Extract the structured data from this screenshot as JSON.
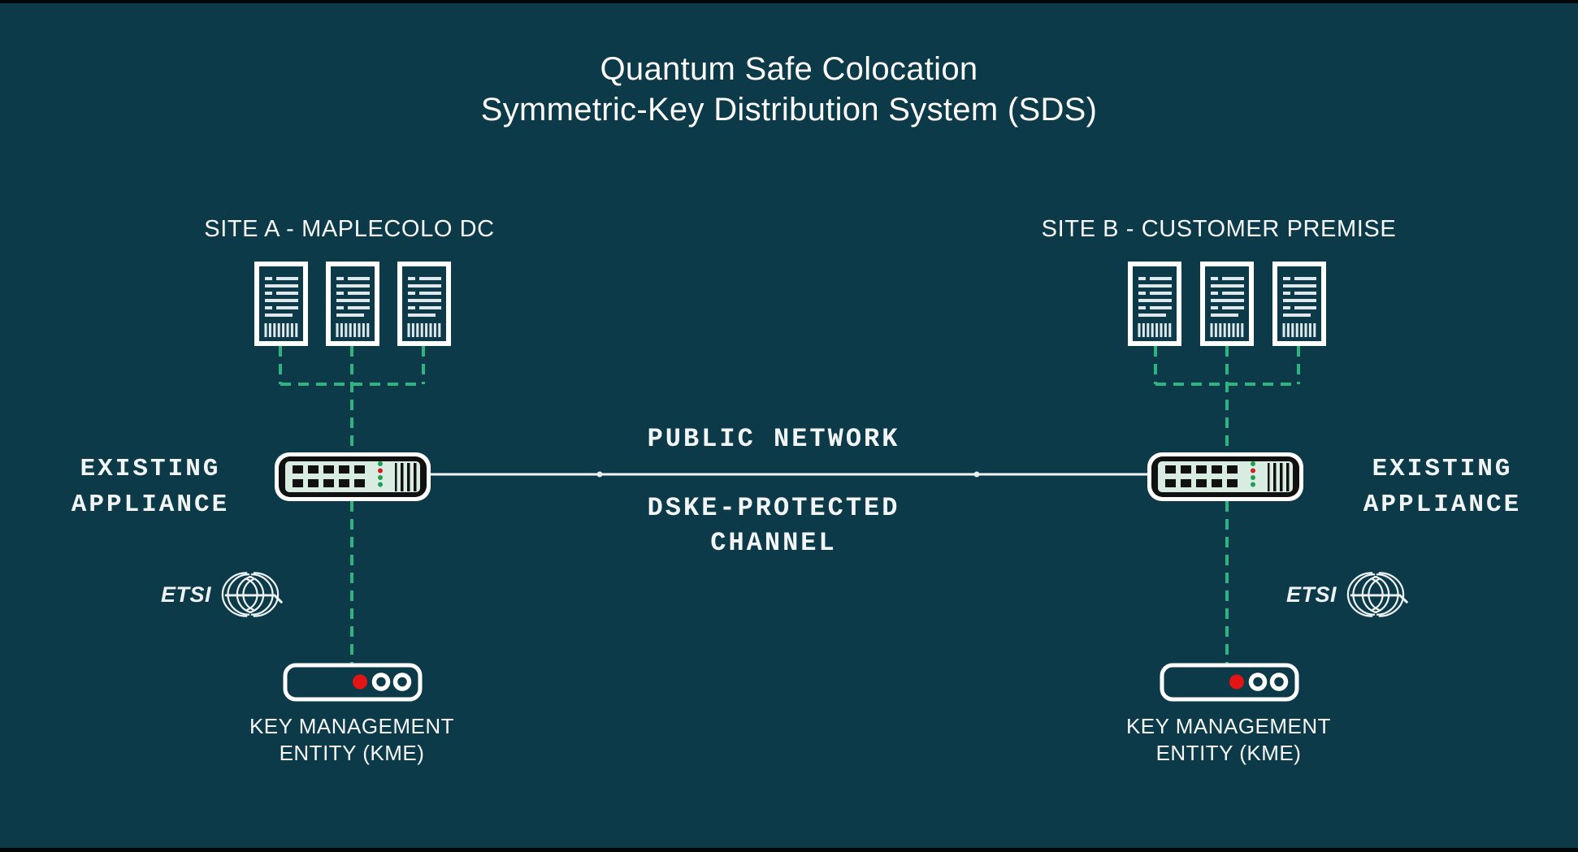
{
  "title": {
    "line1": "Quantum Safe Colocation",
    "line2": "Symmetric-Key Distribution System (SDS)"
  },
  "network": {
    "public_label": "PUBLIC NETWORK",
    "channel_label": [
      "DSKE-PROTECTED",
      "CHANNEL"
    ]
  },
  "sites": [
    {
      "id": "site-a",
      "label": "SITE A - MAPLECOLO DC",
      "server_count": 3,
      "appliance_label": [
        "EXISTING",
        "APPLIANCE"
      ],
      "kme_label": [
        "KEY MANAGEMENT",
        "ENTITY (KME)"
      ],
      "etsi_label": "ETSI"
    },
    {
      "id": "site-b",
      "label": "SITE B - CUSTOMER PREMISE",
      "server_count": 3,
      "appliance_label": [
        "EXISTING",
        "APPLIANCE"
      ],
      "kme_label": [
        "KEY MANAGEMENT",
        "ENTITY (KME)"
      ],
      "etsi_label": "ETSI"
    }
  ],
  "icons": {
    "server": "server-rack-icon",
    "appliance": "network-appliance-icon",
    "kme": "kme-appliance-icon",
    "etsi_globe": "etsi-globe-icon"
  },
  "colors": {
    "background": "#0d3a48",
    "dashed_link_green": "#2fb381",
    "solid_link_white": "#f4f7f8",
    "appliance_panel_mint": "#d9ece1",
    "appliance_body_black": "#111111",
    "led_green": "#1e9e55",
    "led_red": "#cf1f1f",
    "kme_indicator_red": "#e31414",
    "icon_line_gray": "#dfe9ed",
    "text_white": "#ffffff"
  }
}
